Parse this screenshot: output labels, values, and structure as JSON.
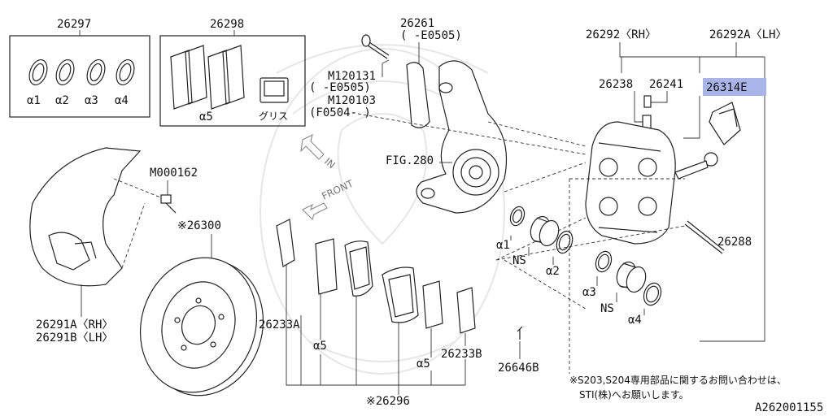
{
  "diagram": {
    "title": "",
    "highlight_color": "#a9b4e8",
    "ink_color": "#111111",
    "labels": {
      "p26297": "26297",
      "p26298": "26298",
      "a1": "α1",
      "a2": "α2",
      "a3": "α3",
      "a4": "α4",
      "a5_top": "α5",
      "grease": "グリス",
      "p26261": "26261",
      "p26261_range": "(   -E0505)",
      "m120131": "M120131",
      "m120131_range": "(   -E0505)",
      "m120103": "M120103",
      "m120103_range": "(F0504-   )",
      "fig280": "FIG.280",
      "p26292_rh": "26292〈RH〉",
      "p26292a_lh": "26292A〈LH〉",
      "p26238": "26238",
      "p26241": "26241",
      "p26314e": "26314E",
      "in_arrow": "IN",
      "front_arrow": "FRONT",
      "m000162": "M000162",
      "p26300": "※26300",
      "p26288": "26288",
      "a1_lower": "α1",
      "ns_upper": "NS",
      "a2_lower": "α2",
      "a3_lower": "α3",
      "ns_lower": "NS",
      "a4_lower": "α4",
      "p26291a": "26291A〈RH〉",
      "p26291b": "26291B〈LH〉",
      "p26233a": "26233A",
      "a5_left": "α5",
      "a5_right": "α5",
      "p26233b": "26233B",
      "p26646b": "26646B",
      "p26296": "※26296",
      "note_line1": "※S203,S204専用部品に関するお問い合わせは、",
      "note_line2": "STI(株)へお願いします。",
      "drawing_id": "A262001155"
    }
  }
}
